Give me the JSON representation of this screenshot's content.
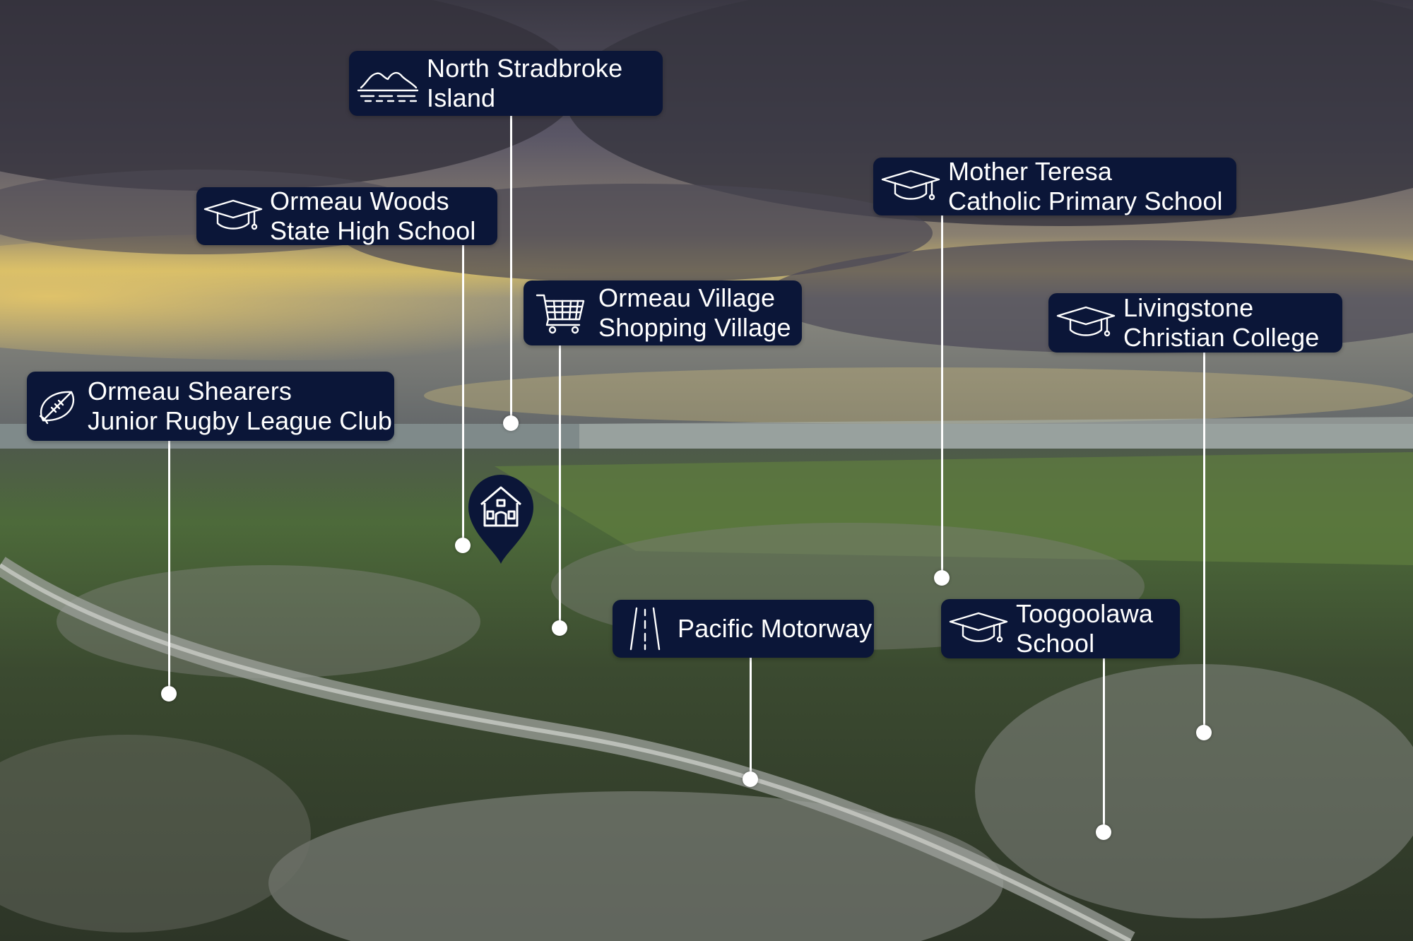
{
  "map": {
    "home_marker": {
      "icon": "house-icon"
    },
    "locations": [
      {
        "id": "north-stradbroke",
        "icon": "island-icon",
        "lines": [
          "North Stradbroke",
          "Island"
        ]
      },
      {
        "id": "ormeau-woods",
        "icon": "graduation-cap-icon",
        "lines": [
          "Ormeau Woods",
          "State High School"
        ]
      },
      {
        "id": "ormeau-village",
        "icon": "shopping-cart-icon",
        "lines": [
          "Ormeau Village",
          "Shopping Village"
        ]
      },
      {
        "id": "ormeau-shearers",
        "icon": "rugby-ball-icon",
        "lines": [
          "Ormeau Shearers",
          "Junior Rugby League Club"
        ]
      },
      {
        "id": "mother-teresa",
        "icon": "graduation-cap-icon",
        "lines": [
          "Mother Teresa",
          "Catholic Primary School"
        ]
      },
      {
        "id": "livingstone",
        "icon": "graduation-cap-icon",
        "lines": [
          "Livingstone",
          "Christian College"
        ]
      },
      {
        "id": "pacific-motorway",
        "icon": "road-icon",
        "lines": [
          "Pacific Motorway"
        ]
      },
      {
        "id": "toogoolawa",
        "icon": "graduation-cap-icon",
        "lines": [
          "Toogoolawa",
          "School"
        ]
      }
    ]
  },
  "colors": {
    "callout_bg": "#0b1638",
    "text": "#ffffff"
  }
}
